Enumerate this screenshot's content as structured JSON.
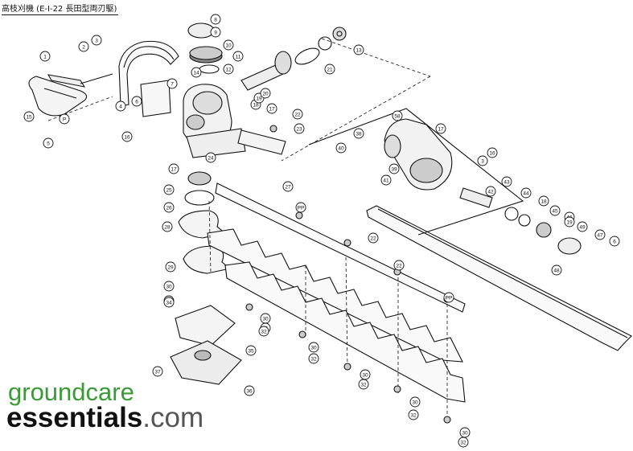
{
  "header": {
    "title": "高枝刈機 (E-I-22 長田型両刃駆)"
  },
  "brand": {
    "line1": "groundcare",
    "line2": "essentials",
    "line2_suffix": ".com",
    "color_green": "#3a9b34",
    "color_dark": "#111111"
  },
  "callouts": [
    {
      "n": "1",
      "label": "1"
    },
    {
      "n": "2",
      "label": "2"
    },
    {
      "n": "3",
      "label": "3"
    },
    {
      "n": "4",
      "label": "4"
    },
    {
      "n": "5",
      "label": "5"
    },
    {
      "n": "6",
      "label": "6"
    },
    {
      "n": "7",
      "label": "7"
    },
    {
      "n": "8",
      "label": "8"
    },
    {
      "n": "9",
      "label": "9"
    },
    {
      "n": "10",
      "label": "10"
    },
    {
      "n": "11",
      "label": "11"
    },
    {
      "n": "12",
      "label": "12"
    },
    {
      "n": "13",
      "label": "13"
    },
    {
      "n": "14",
      "label": "14"
    },
    {
      "n": "15",
      "label": "15"
    },
    {
      "n": "16",
      "label": "16"
    },
    {
      "n": "17",
      "label": "17"
    },
    {
      "n": "18",
      "label": "18"
    },
    {
      "n": "19",
      "label": "19"
    },
    {
      "n": "20",
      "label": "20"
    },
    {
      "n": "21",
      "label": "21"
    },
    {
      "n": "22",
      "label": "22"
    },
    {
      "n": "23",
      "label": "23"
    },
    {
      "n": "24",
      "label": "24"
    },
    {
      "n": "25",
      "label": "25"
    },
    {
      "n": "26",
      "label": "26"
    },
    {
      "n": "27",
      "label": "27"
    },
    {
      "n": "28",
      "label": "28"
    },
    {
      "n": "29",
      "label": "29"
    },
    {
      "n": "30",
      "label": "30"
    },
    {
      "n": "31",
      "label": "31"
    },
    {
      "n": "32",
      "label": "32"
    },
    {
      "n": "33",
      "label": "33"
    },
    {
      "n": "34",
      "label": "34"
    },
    {
      "n": "35",
      "label": "35"
    },
    {
      "n": "36",
      "label": "36"
    },
    {
      "n": "37",
      "label": "37"
    },
    {
      "n": "38",
      "label": "38"
    },
    {
      "n": "39",
      "label": "39"
    },
    {
      "n": "40",
      "label": "40"
    },
    {
      "n": "41",
      "label": "41"
    },
    {
      "n": "42",
      "label": "42"
    },
    {
      "n": "43",
      "label": "43"
    },
    {
      "n": "44",
      "label": "44"
    },
    {
      "n": "45",
      "label": "45"
    },
    {
      "n": "46",
      "label": "46"
    },
    {
      "n": "47",
      "label": "47"
    },
    {
      "n": "48",
      "label": "48"
    },
    {
      "n": "49",
      "label": "49"
    },
    {
      "n": "58",
      "label": "58"
    },
    {
      "n": "P",
      "label": "P"
    },
    {
      "n": "PP",
      "label": "PP"
    }
  ]
}
